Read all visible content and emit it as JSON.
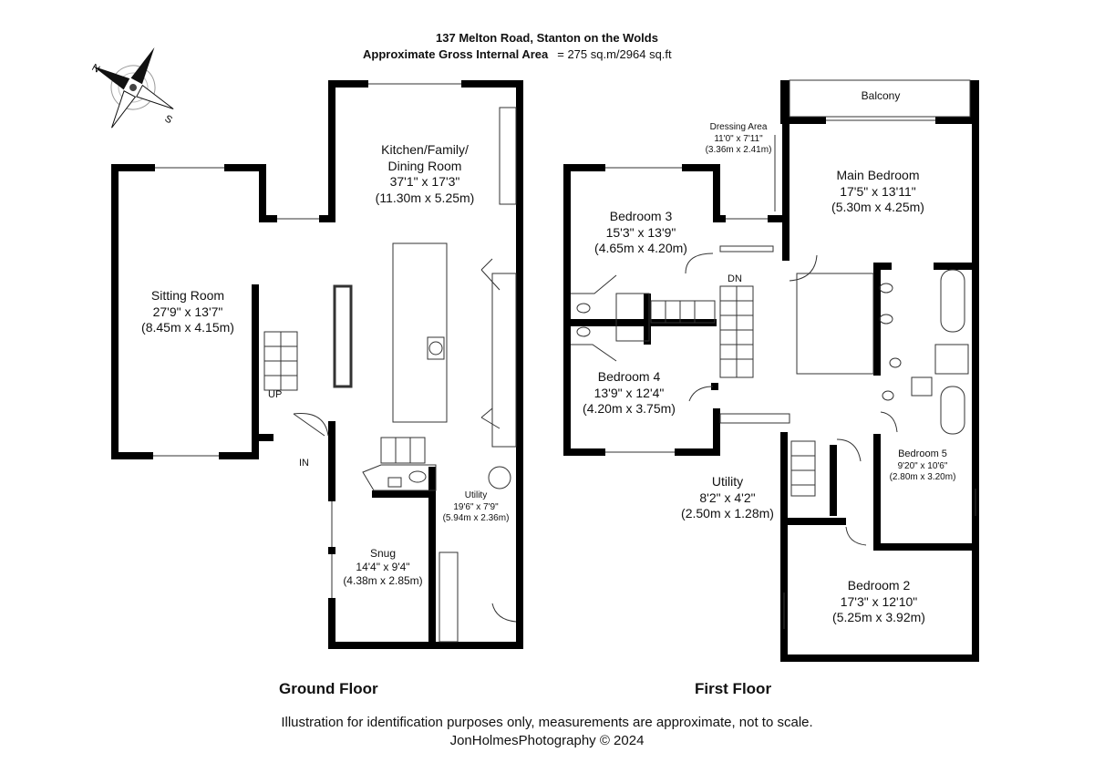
{
  "header": {
    "address": "137 Melton Road, Stanton on the Wolds",
    "area_label": "Approximate Gross Internal Area",
    "area_value": "= 275 sq.m/2964 sq.ft"
  },
  "compass": {
    "n_label": "N",
    "s_label": "S"
  },
  "ground_floor": {
    "title": "Ground Floor",
    "kitchen": {
      "l1": "Kitchen/Family/",
      "l2": "Dining Room",
      "dim_imp": "37'1\" x 17'3\"",
      "dim_met": "(11.30m x 5.25m)"
    },
    "sitting": {
      "name": "Sitting Room",
      "dim_imp": "27'9\" x 13'7\"",
      "dim_met": "(8.45m x 4.15m)"
    },
    "utility": {
      "name": "Utility",
      "dim_imp": "19'6\" x 7'9\"",
      "dim_met": "(5.94m x 2.36m)"
    },
    "snug": {
      "name": "Snug",
      "dim_imp": "14'4\" x 9'4\"",
      "dim_met": "(4.38m x 2.85m)"
    },
    "up_label": "UP",
    "in_label": "IN"
  },
  "first_floor": {
    "title": "First Floor",
    "balcony": "Balcony",
    "dressing": {
      "name": "Dressing Area",
      "dim_imp": "11'0\" x 7'11\"",
      "dim_met": "(3.36m x 2.41m)"
    },
    "main_bedroom": {
      "name": "Main Bedroom",
      "dim_imp": "17'5\" x 13'11\"",
      "dim_met": "(5.30m x 4.25m)"
    },
    "bedroom3": {
      "name": "Bedroom 3",
      "dim_imp": "15'3\" x 13'9\"",
      "dim_met": "(4.65m x 4.20m)"
    },
    "bedroom4": {
      "name": "Bedroom 4",
      "dim_imp": "13'9\" x 12'4\"",
      "dim_met": "(4.20m x 3.75m)"
    },
    "bedroom5": {
      "name": "Bedroom 5",
      "dim_imp": "9'20\" x 10'6\"",
      "dim_met": "(2.80m x 3.20m)"
    },
    "bedroom2": {
      "name": "Bedroom 2",
      "dim_imp": "17'3\" x 12'10\"",
      "dim_met": "(5.25m x 3.92m)"
    },
    "utility": {
      "name": "Utility",
      "dim_imp": "8'2\" x 4'2\"",
      "dim_met": "(2.50m x 1.28m)"
    },
    "dn_label": "DN"
  },
  "footer": {
    "disclaimer": "Illustration for identification purposes only, measurements are approximate, not to scale.",
    "credit": "JonHolmesPhotography © 2024"
  }
}
